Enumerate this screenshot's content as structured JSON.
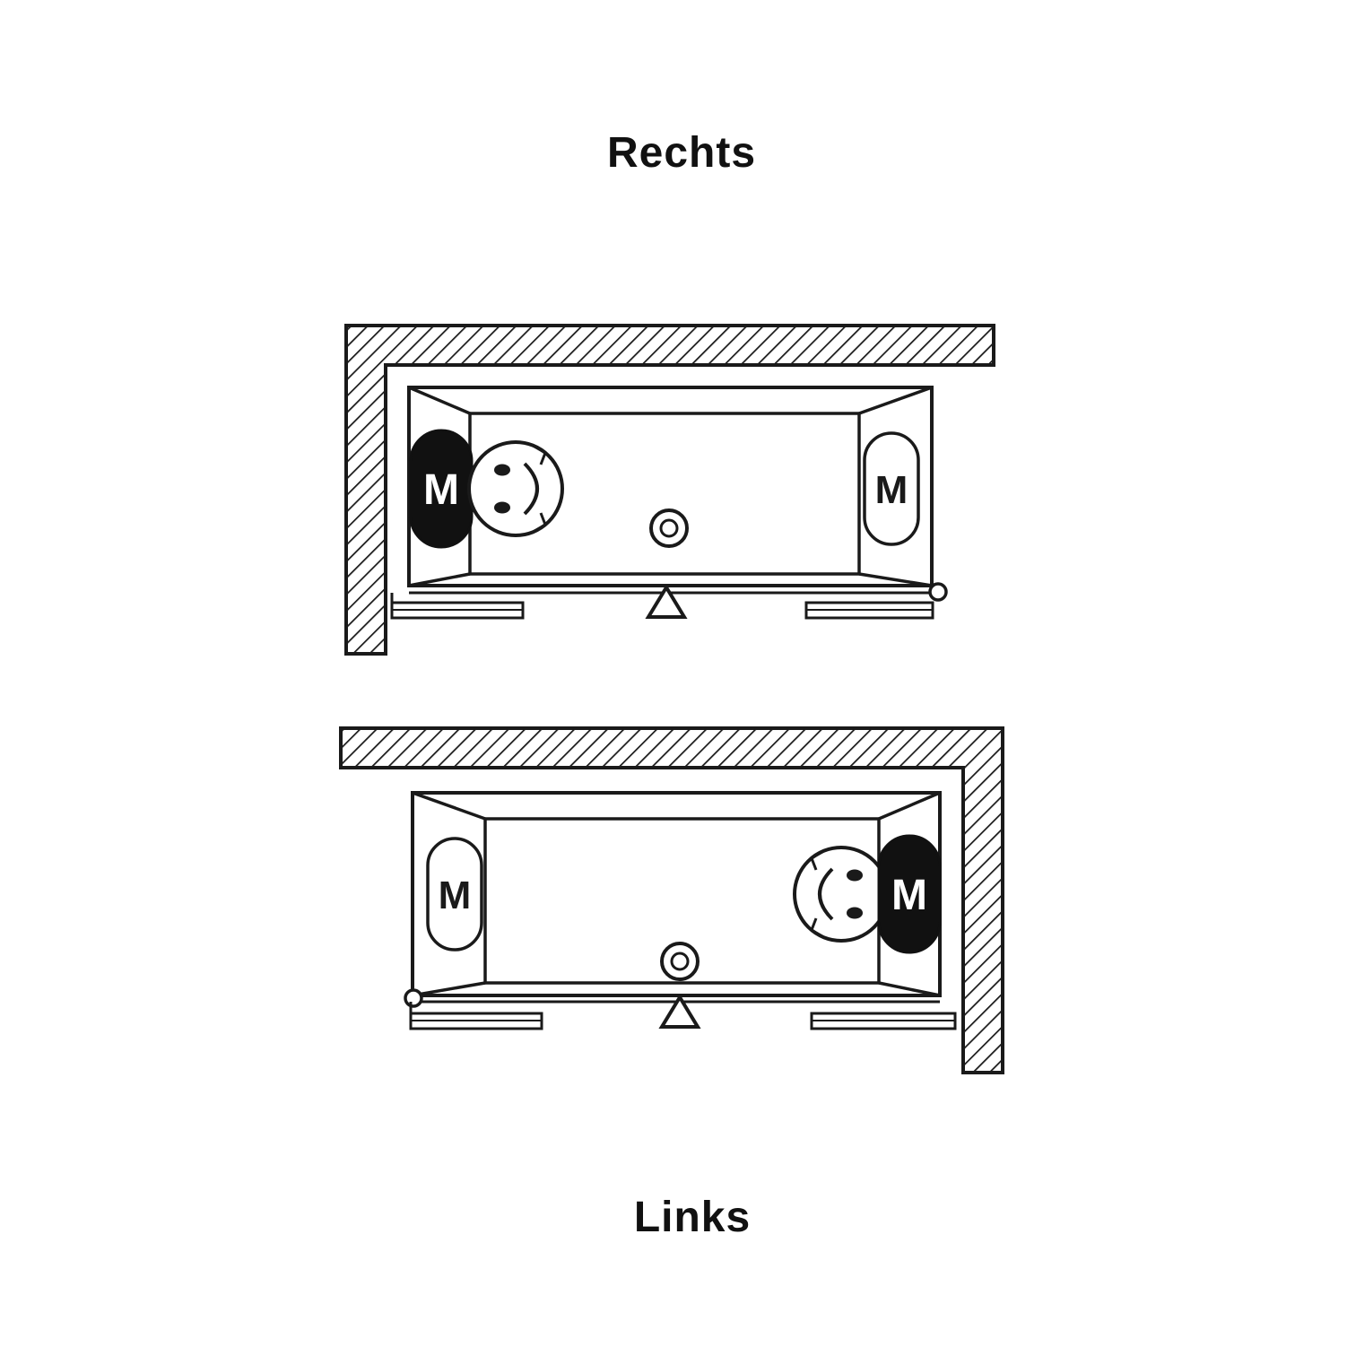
{
  "colors": {
    "ink": "#1a1a1a",
    "background": "#ffffff",
    "headrest_fill": "#111111"
  },
  "icons": {
    "wall": "hatched-wall",
    "drain": "double-circle-drain",
    "person": "smiley-head-top-view",
    "door_pivot": "triangle-marker",
    "roller": "small-circle"
  },
  "diagrams": {
    "top": {
      "title": "Rechts",
      "mixer_left_label": "M",
      "mixer_right_label": "M"
    },
    "bottom": {
      "title": "Links",
      "mixer_left_label": "M",
      "mixer_right_label": "M"
    }
  }
}
